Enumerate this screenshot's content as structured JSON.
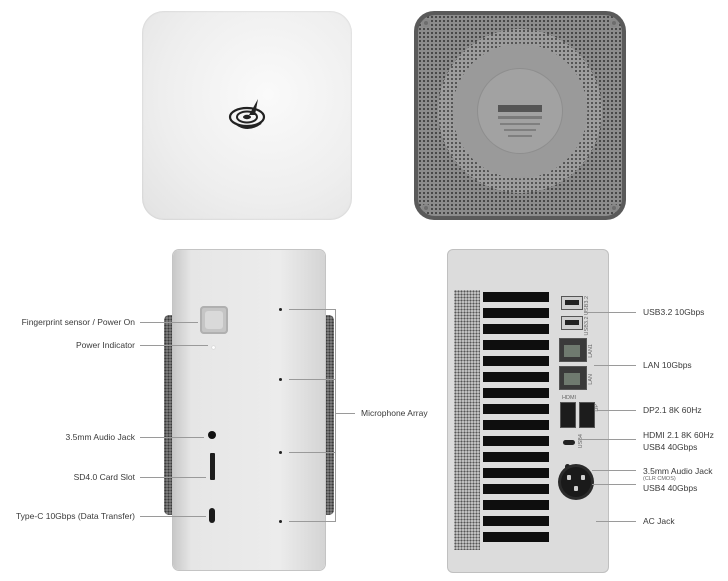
{
  "front_labels": {
    "fingerprint": "Fingerprint sensor / Power On",
    "power_indicator": "Power Indicator",
    "audio_jack": "3.5mm Audio Jack",
    "sd_card": "SD4.0 Card Slot",
    "type_c": "Type-C 10Gbps (Data Transfer)",
    "microphone": "Microphone Array"
  },
  "rear_labels": {
    "usb32": "USB3.2 10Gbps",
    "lan": "LAN 10Gbps",
    "dp": "DP2.1 8K 60Hz",
    "hdmi": "HDMI 2.1 8K 60Hz",
    "usb4_a": "USB4 40Gbps",
    "audio": "3.5mm Audio Jack",
    "clr_cmos": "(CLR CMOS)",
    "usb4_b": "USB4 40Gbps",
    "ac": "AC Jack"
  },
  "port_markings": {
    "usb": "USB3.2  USB3.2",
    "lan1": "LAN1",
    "lan2": "LAN",
    "hdmi": "HDMI",
    "dp": "DP",
    "usb4": "USB4"
  }
}
